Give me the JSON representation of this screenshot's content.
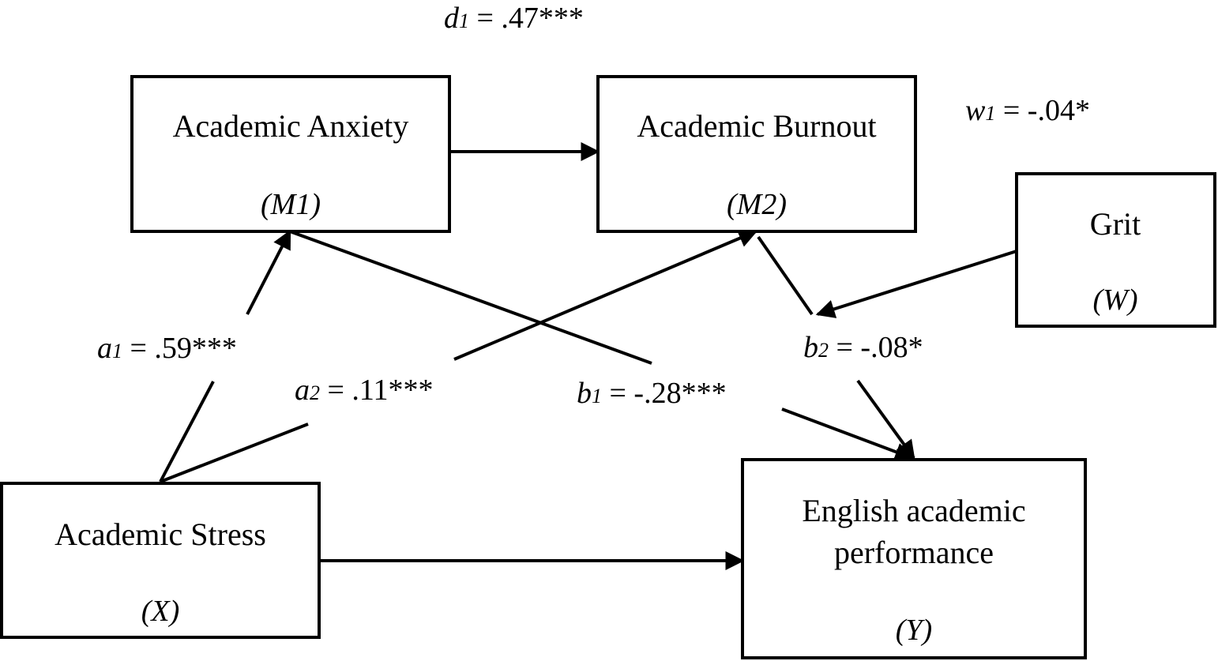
{
  "nodes": {
    "m1": {
      "title": "Academic Anxiety",
      "symbol": "(M1)"
    },
    "m2": {
      "title": "Academic Burnout",
      "symbol": "(M2)"
    },
    "w": {
      "title": "Grit",
      "symbol": "(W)"
    },
    "x": {
      "title": "Academic Stress",
      "symbol": "(X)"
    },
    "y": {
      "title_line1": "English academic",
      "title_line2": "performance",
      "symbol": "(Y)"
    }
  },
  "paths": {
    "d1": {
      "var": "d",
      "sub": "1",
      "value": " = .47***"
    },
    "w1": {
      "var": "w",
      "sub": "1",
      "value": " = -.04*"
    },
    "a1": {
      "var": "a",
      "sub": "1",
      "value": " = .59***"
    },
    "a2": {
      "var": "a",
      "sub": "2",
      "value": " = .11***"
    },
    "b1": {
      "var": "b",
      "sub": "1",
      "value": " = -.28***"
    },
    "b2": {
      "var": "b",
      "sub": "2",
      "value": " = -.08*"
    }
  }
}
